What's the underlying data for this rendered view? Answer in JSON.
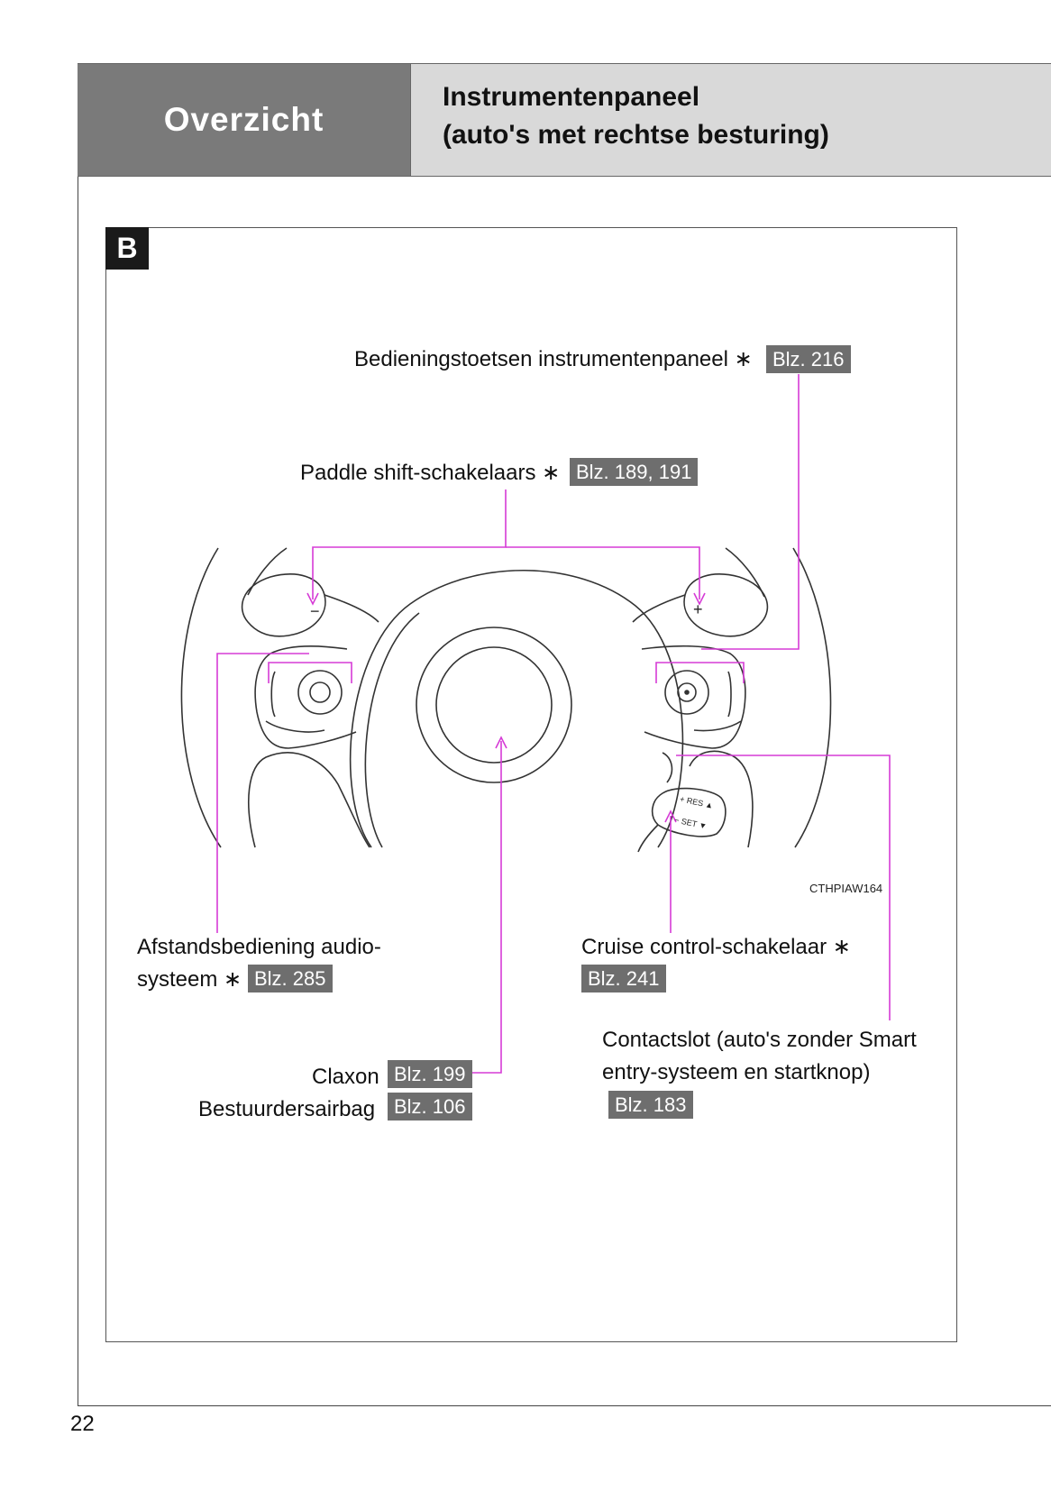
{
  "header": {
    "section": "Overzicht",
    "title_line1": "Instrumentenpaneel",
    "title_line2": "(auto's met rechtse besturing)"
  },
  "section_badge": "B",
  "callouts": {
    "instrument_controls": {
      "label": "Bedieningstoetsen instrumentenpaneel",
      "asterisk": "∗",
      "ref": "Blz. 216"
    },
    "paddle_shift": {
      "label": "Paddle shift-schakelaars",
      "asterisk": "∗",
      "ref": "Blz. 189, 191"
    },
    "audio_remote": {
      "label_line1": "Afstandsbediening audio-",
      "label_line2": "systeem",
      "asterisk": "∗",
      "ref": "Blz. 285"
    },
    "cruise_control": {
      "label": "Cruise control-schakelaar",
      "asterisk": "∗",
      "ref": "Blz. 241"
    },
    "ignition": {
      "label_line1": "Contactslot (auto's zonder Smart",
      "label_line2": "entry-systeem en startknop)",
      "ref": "Blz. 183"
    },
    "horn": {
      "label": "Claxon",
      "ref": "Blz. 199"
    },
    "driver_airbag": {
      "label": "Bestuurdersairbag",
      "ref": "Blz. 106"
    }
  },
  "illustration": {
    "code": "CTHPIAW164",
    "paddle_minus": "−",
    "paddle_plus": "+",
    "stalk_res": "+ RES ▲",
    "stalk_set": "− SET ▼"
  },
  "page_number": "22",
  "colors": {
    "header_dark": "#7a7a7a",
    "header_light": "#d9d9d9",
    "ref_badge": "#6e6e6e",
    "leader_line": "#d63bd6"
  }
}
